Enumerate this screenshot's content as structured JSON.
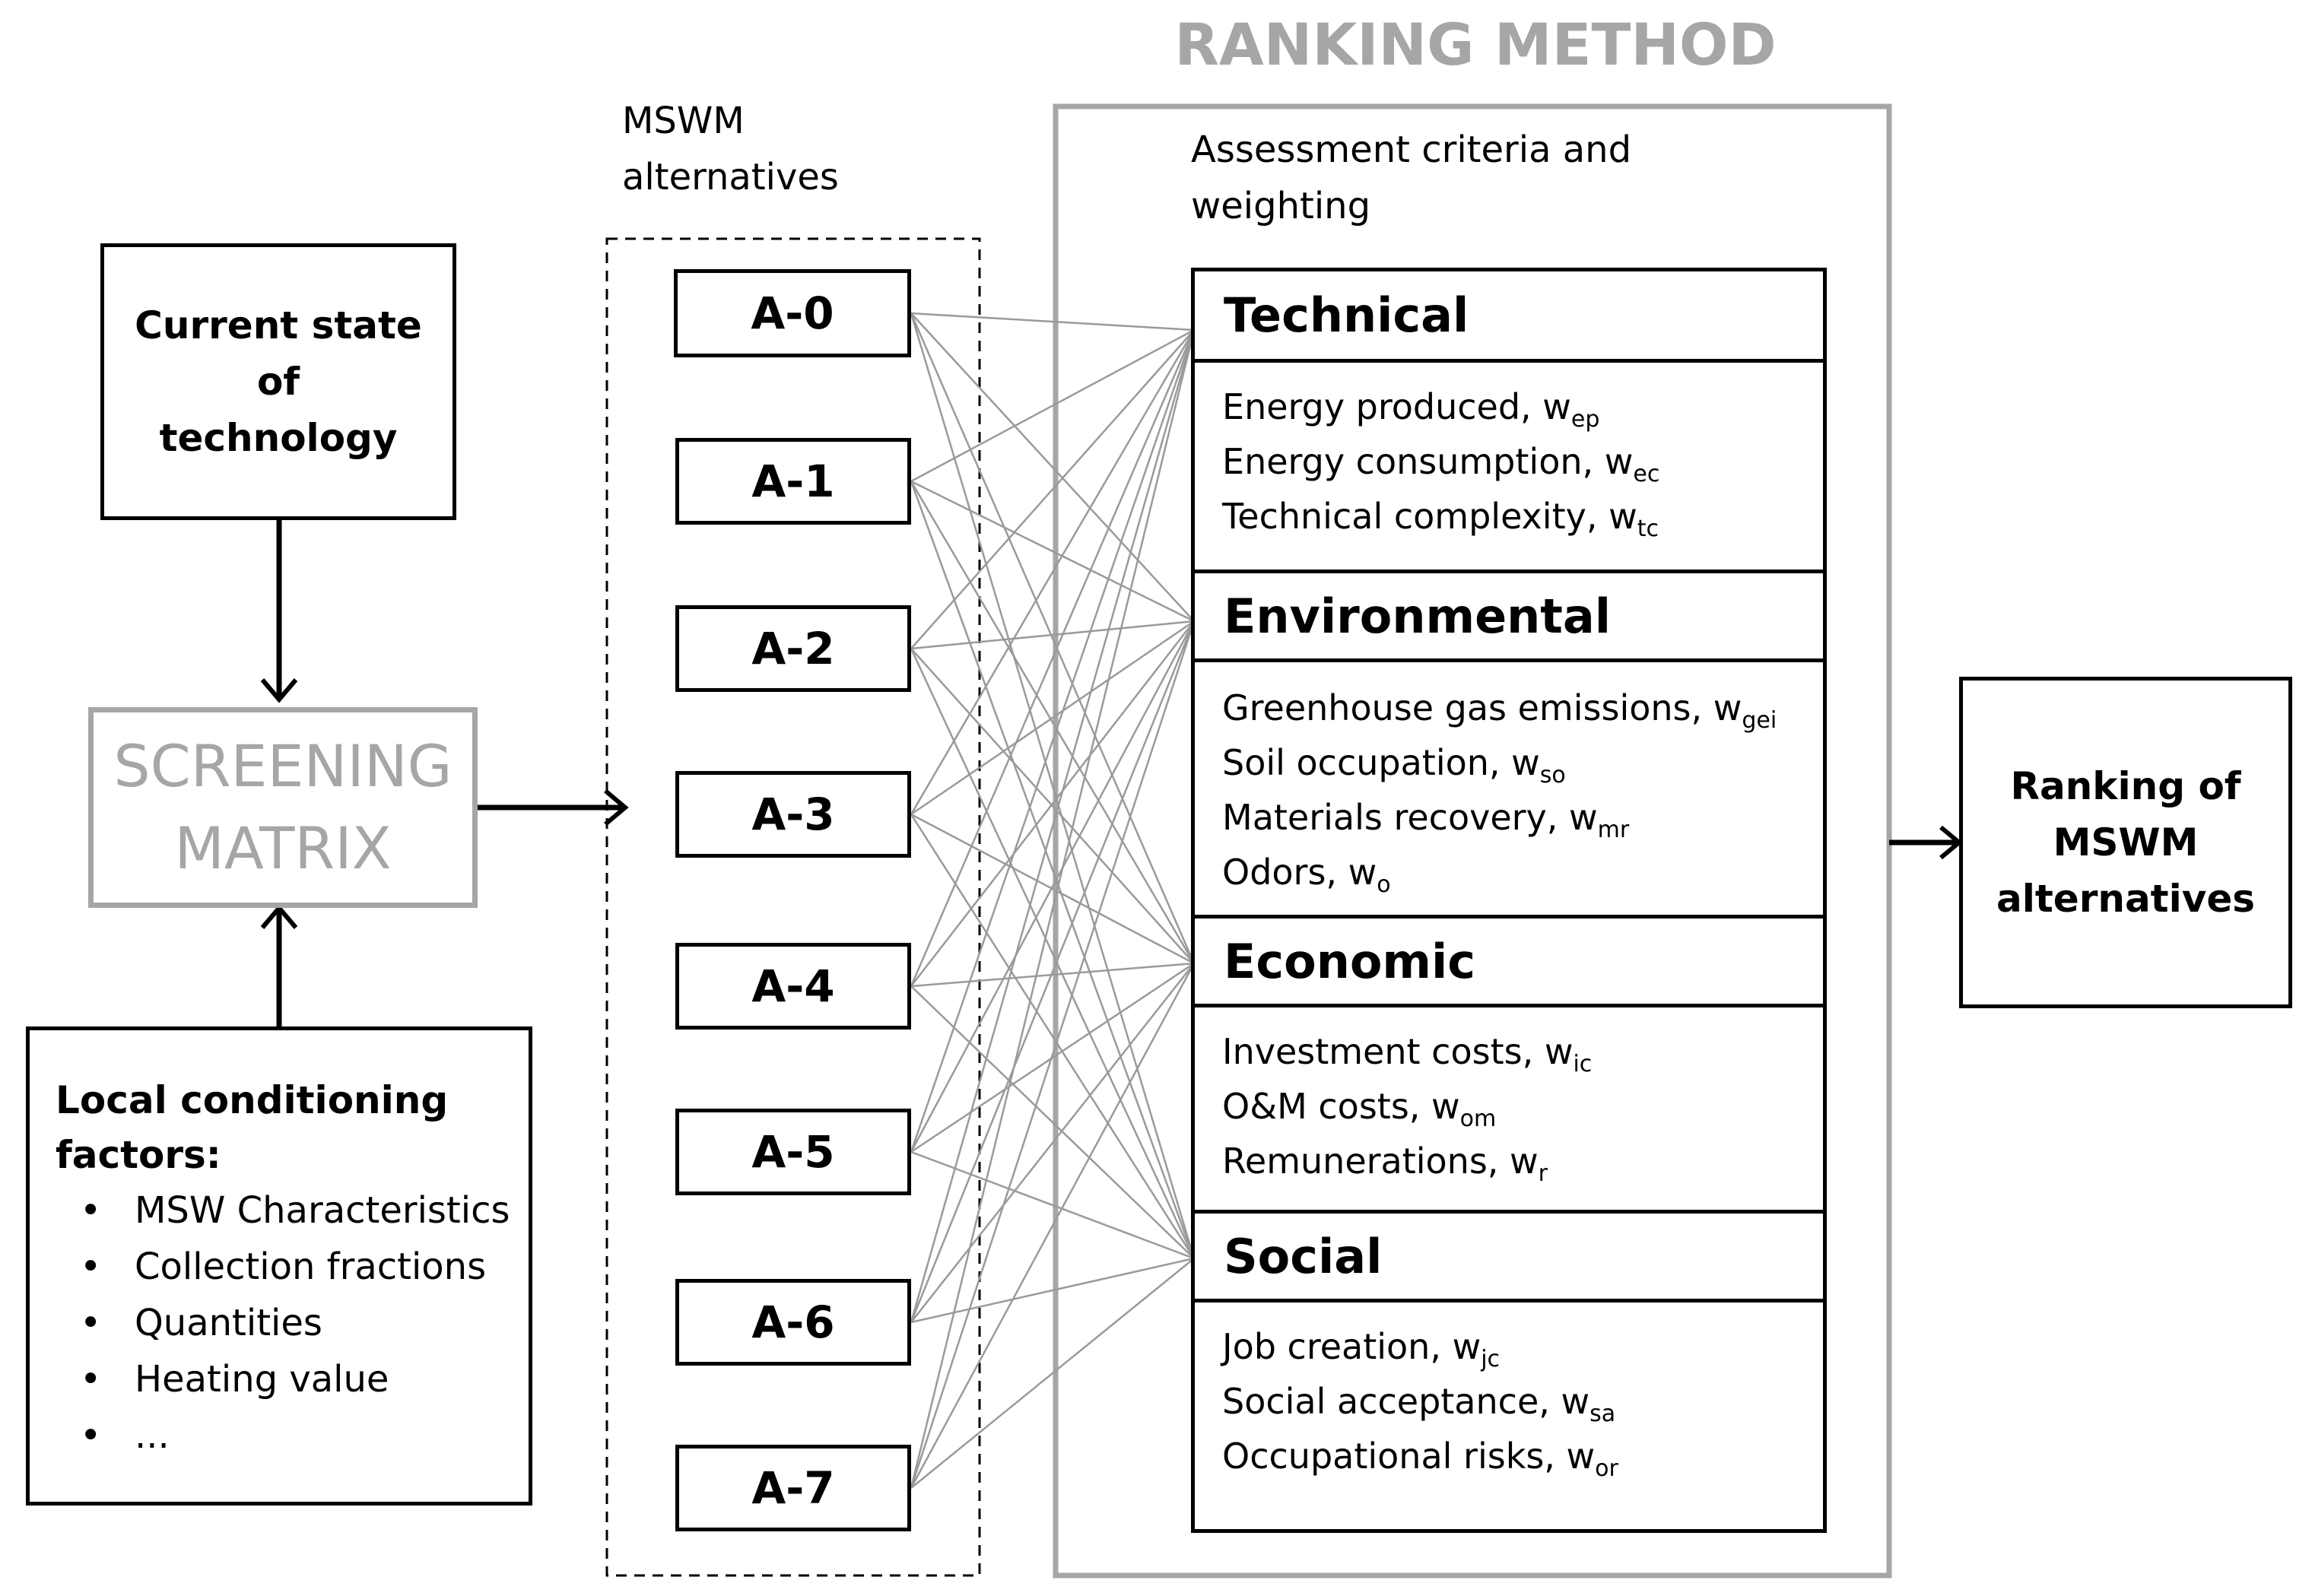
{
  "title": "RANKING METHOD",
  "current_state": "Current state of technology",
  "screening": {
    "line1": "SCREENING",
    "line2": "MATRIX"
  },
  "local_factors": {
    "heading": "Local conditioning factors:",
    "items": [
      "MSW Characteristics",
      "Collection fractions",
      "Quantities",
      "Heating value",
      "..."
    ]
  },
  "alternatives": {
    "label": "MSWM alternatives",
    "items": [
      "A-0",
      "A-1",
      "A-2",
      "A-3",
      "A-4",
      "A-5",
      "A-6",
      "A-7"
    ]
  },
  "criteria_label": "Assessment criteria and weighting",
  "criteria": [
    {
      "name": "Technical",
      "items": [
        {
          "text": "Energy produced, w",
          "sub": "ep"
        },
        {
          "text": "Energy consumption, w",
          "sub": "ec"
        },
        {
          "text": "Technical complexity, w",
          "sub": "tc"
        }
      ]
    },
    {
      "name": "Environmental",
      "items": [
        {
          "text": "Greenhouse gas emissions, w",
          "sub": "gei"
        },
        {
          "text": "Soil occupation, w",
          "sub": "so"
        },
        {
          "text": "Materials recovery, w",
          "sub": "mr"
        },
        {
          "text": "Odors, w",
          "sub": "o"
        }
      ]
    },
    {
      "name": "Economic",
      "items": [
        {
          "text": "Investment costs, w",
          "sub": "ic"
        },
        {
          "text": "O&M costs, w",
          "sub": "om"
        },
        {
          "text": "Remunerations, w",
          "sub": "r"
        }
      ]
    },
    {
      "name": "Social",
      "items": [
        {
          "text": "Job creation, w",
          "sub": "jc"
        },
        {
          "text": "Social acceptance, w",
          "sub": "sa"
        },
        {
          "text": "Occupational risks, w",
          "sub": "or"
        }
      ]
    }
  ],
  "ranking_result": "Ranking of MSWM alternatives",
  "colors": {
    "gray": "#a6a6a6",
    "line": "#9a9a9a",
    "black": "#000000"
  }
}
